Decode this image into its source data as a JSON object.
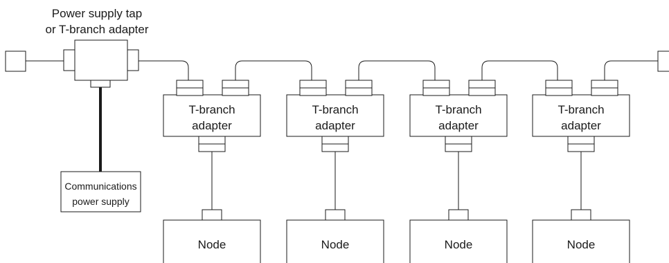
{
  "diagram": {
    "power_tap_label_line1": "Power supply tap",
    "power_tap_label_line2": "or T-branch adapter",
    "comm_supply_label_line1": "Communications",
    "comm_supply_label_line2": "power supply",
    "branches": [
      {
        "adapter_line1": "T-branch",
        "adapter_line2": "adapter",
        "node_label": "Node"
      },
      {
        "adapter_line1": "T-branch",
        "adapter_line2": "adapter",
        "node_label": "Node"
      },
      {
        "adapter_line1": "T-branch",
        "adapter_line2": "adapter",
        "node_label": "Node"
      },
      {
        "adapter_line1": "T-branch",
        "adapter_line2": "adapter",
        "node_label": "Node"
      }
    ]
  }
}
